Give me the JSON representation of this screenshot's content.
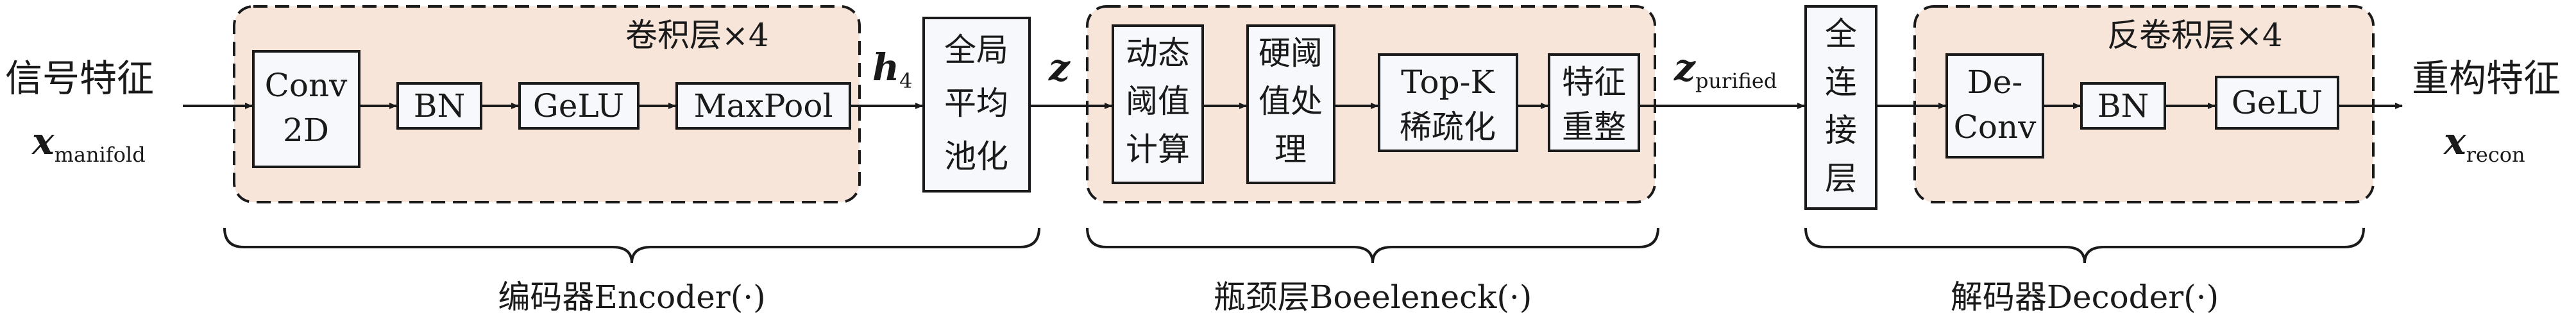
{
  "input": {
    "label": "信号特征",
    "var": "x",
    "sub": "manifold"
  },
  "output": {
    "label": "重构特征",
    "var": "x",
    "sub": "recon"
  },
  "encoder": {
    "group_label": "卷积层×4",
    "blocks": [
      "Conv",
      "2D",
      "BN",
      "GeLU",
      "MaxPool"
    ],
    "h_var": "h",
    "h_sub": "4",
    "gap": [
      "全局",
      "平均",
      "池化"
    ],
    "brace_label": "编码器Encoder(·)"
  },
  "bottleneck": {
    "z_var": "z",
    "blocks": {
      "dyn": [
        "动态",
        "阈值",
        "计算"
      ],
      "hard": [
        "硬阈",
        "值处",
        "理"
      ],
      "topk": [
        "Top-K",
        "稀疏化"
      ],
      "reshape": [
        "特征",
        "重整"
      ]
    },
    "zp_var": "z",
    "zp_sub": "purified",
    "brace_label": "瓶颈层Boeeleneck(·)"
  },
  "decoder": {
    "fc": [
      "全",
      "连",
      "接",
      "层"
    ],
    "group_label": "反卷积层×4",
    "blocks": [
      "De-",
      "Conv",
      "BN",
      "GeLU"
    ],
    "brace_label": "解码器Decoder(·)"
  }
}
